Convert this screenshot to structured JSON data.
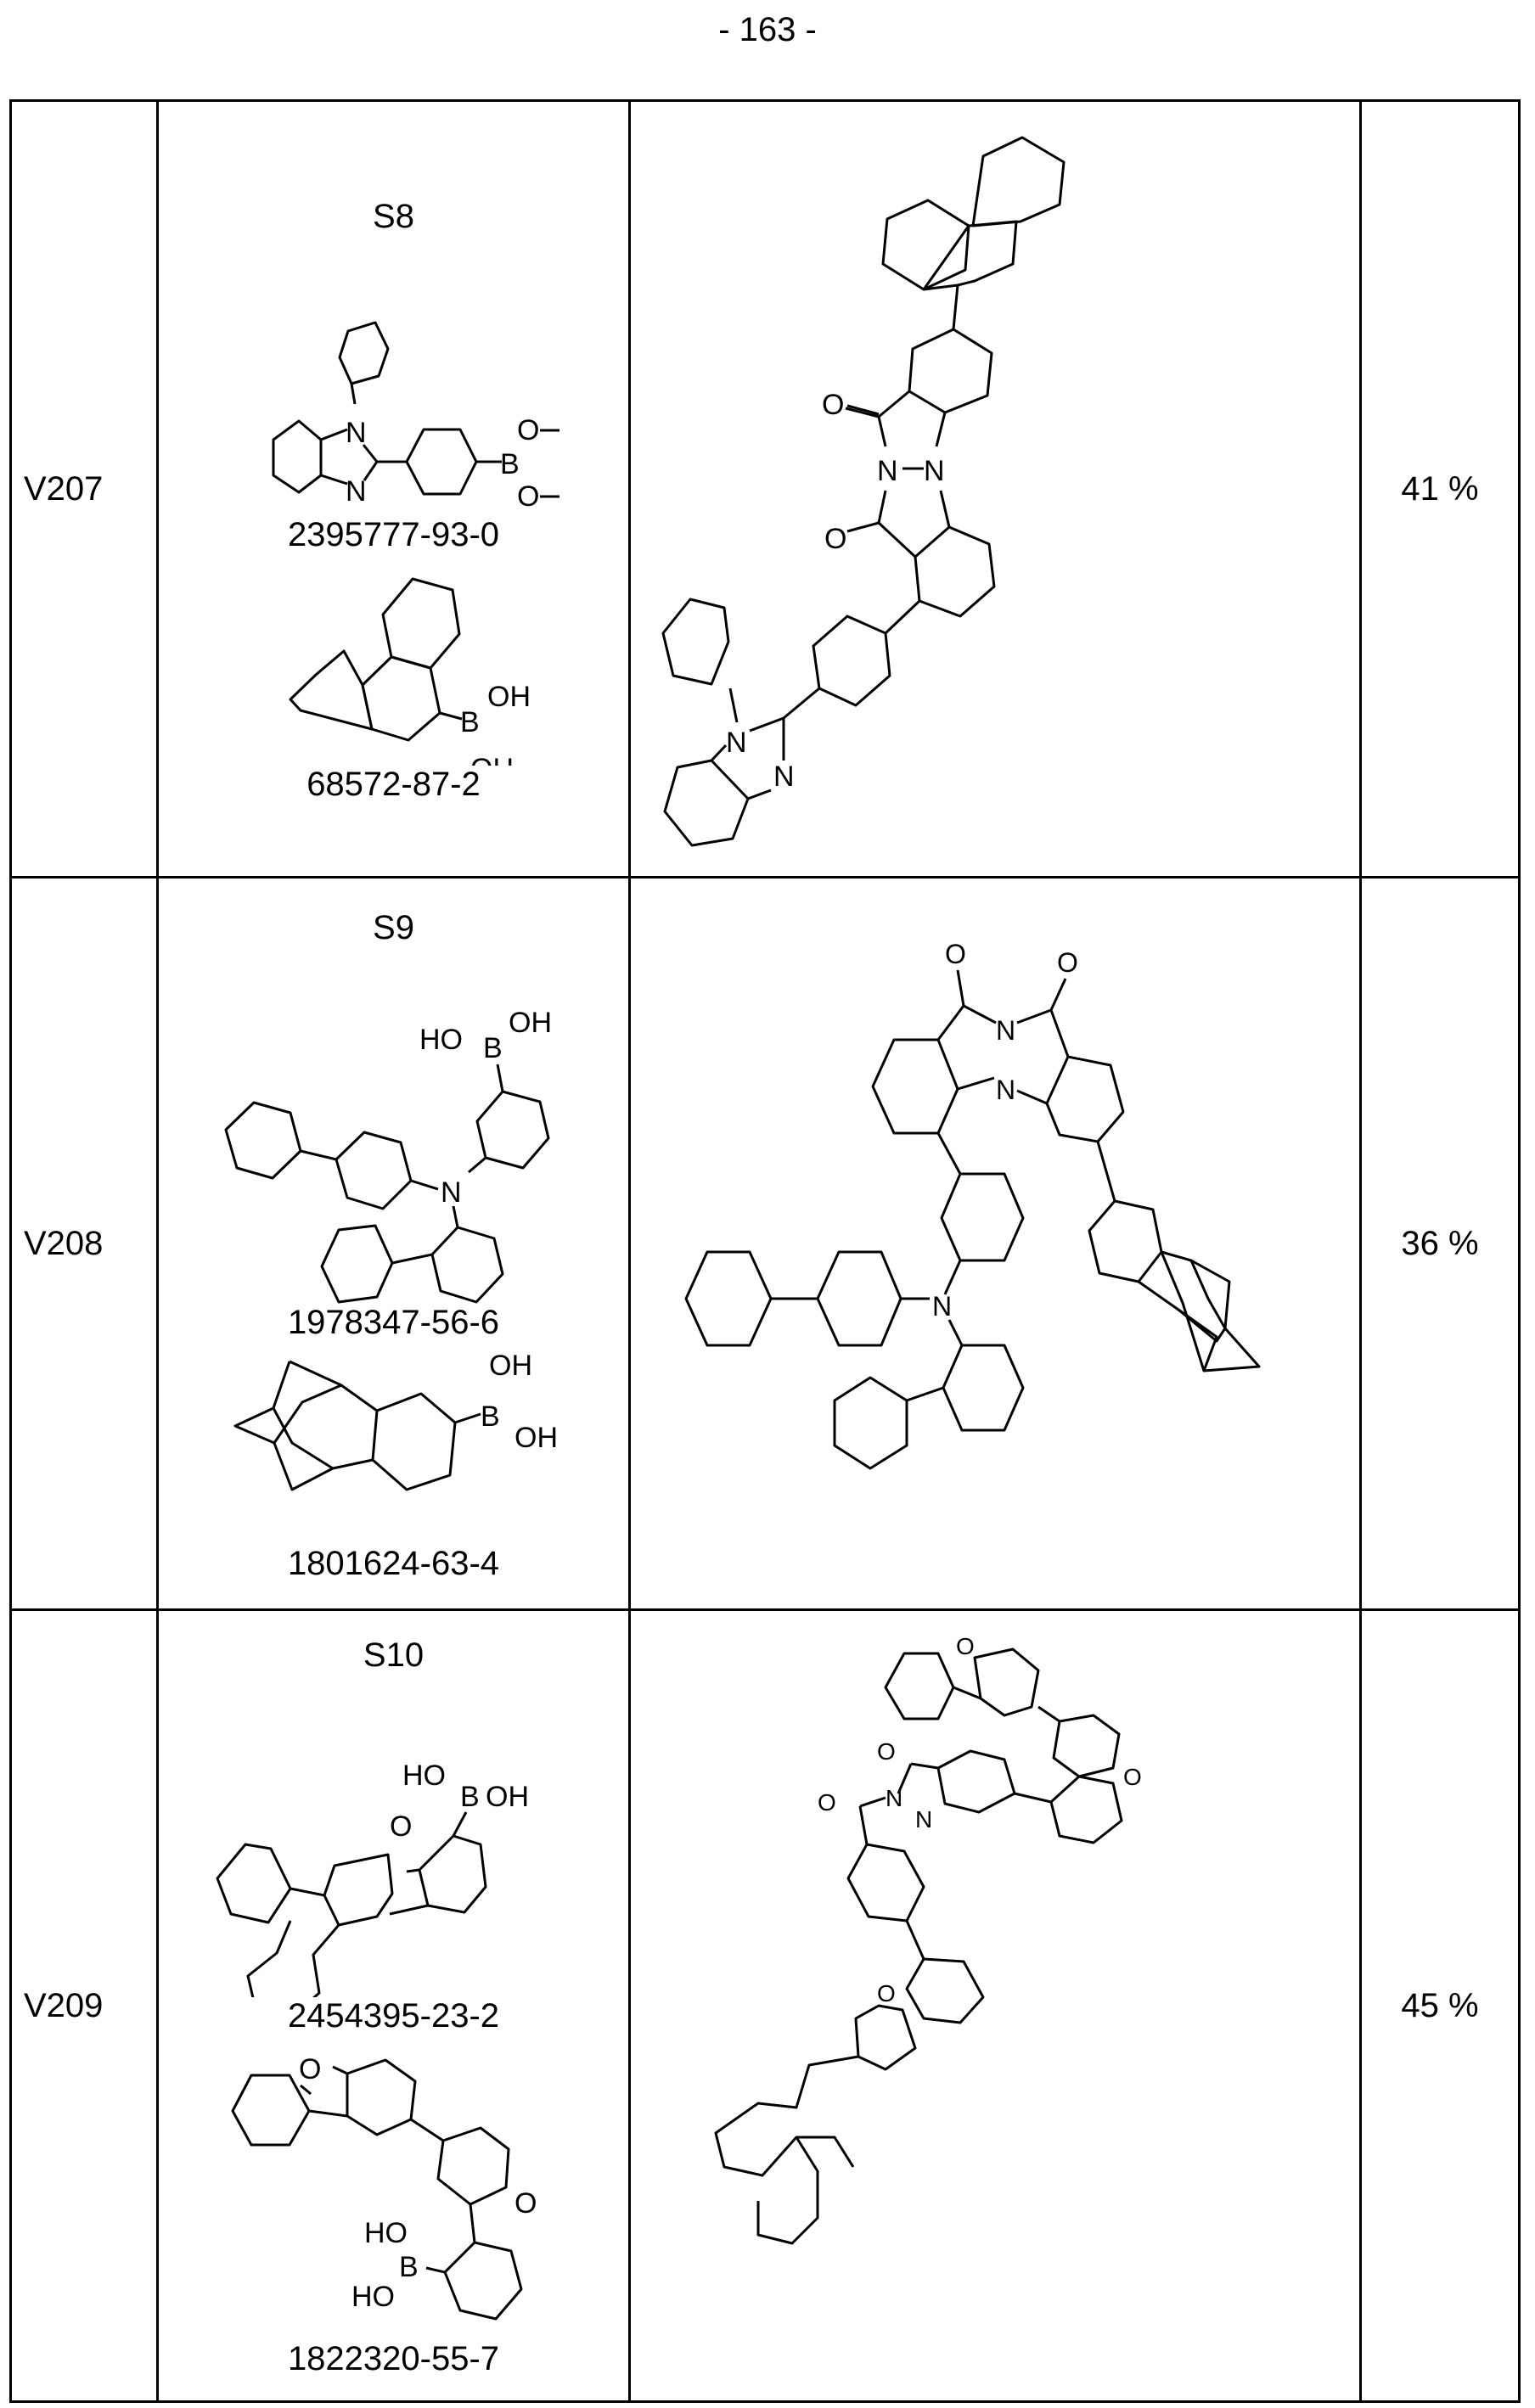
{
  "page": {
    "number_label": "- 163 -"
  },
  "table": {
    "rows": [
      {
        "example": "V207",
        "reactant_label": "S8",
        "reagents": [
          {
            "cas": "2395777-93-0",
            "structure": "2-[4-(dimethoxyboryl)phenyl]-1-phenyl-1H-benzimidazole"
          },
          {
            "cas": "68572-87-2",
            "structure": "9-phenanthreneboronic acid"
          }
        ],
        "product_structure": "pyrazolo-indazole-dione core bearing phenanthren-9-yl and 4-(1-phenylbenzimidazol-2-yl)phenyl",
        "yield": "41 %"
      },
      {
        "example": "V208",
        "reactant_label": "S9",
        "reagents": [
          {
            "cas": "1978347-56-6",
            "structure": "3-(N-biphenyl-4-yl-N-biphenyl-2-ylamino)phenylboronic acid"
          },
          {
            "cas": "1801624-63-4",
            "structure": "benzo-fused adamantane boronic acid"
          }
        ],
        "product_structure": "pyrazolo-indazole-dione core bearing triarylamine-phenyl and benzo-adamantane",
        "yield": "36 %"
      },
      {
        "example": "V209",
        "reactant_label": "S10",
        "reagents": [
          {
            "cas": "2454395-23-2",
            "structure": "triphenyleno-furan boronic acid"
          },
          {
            "cas": "1822320-55-7",
            "structure": "bis(dibenzofuran) boronic acid"
          }
        ],
        "product_structure": "pyrazolo-indazole-dione core bearing triphenylenofuran and bis(dibenzofuran)",
        "yield": "45 %"
      }
    ]
  },
  "atom_labels": {
    "N": "N",
    "O": "O",
    "B": "B",
    "OH": "OH",
    "HO": "HO"
  }
}
